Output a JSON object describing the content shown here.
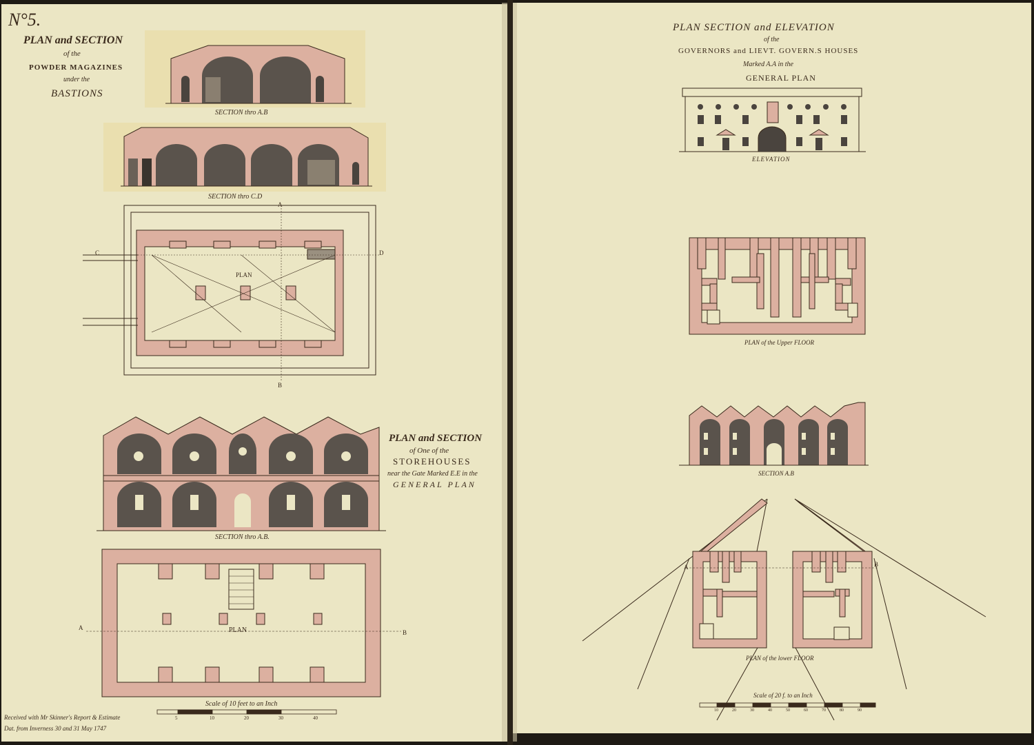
{
  "left_page": {
    "number": "N°5.",
    "title_line1": "PLAN and SECTION",
    "title_line2": "of the",
    "title_line3": "POWDER MAGAZINES",
    "title_line4": "under the",
    "title_line5": "BASTIONS",
    "section_ab": "SECTION thro A.B",
    "section_cd": "SECTION thro C.D",
    "plan_label": "PLAN",
    "markers": {
      "a": "A",
      "b": "B",
      "c": "C",
      "d": "D"
    },
    "store_title_line1": "PLAN and SECTION",
    "store_title_line2": "of One of the",
    "store_title_line3": "STOREHOUSES",
    "store_title_line4": "near the Gate Marked E.E in the",
    "store_title_line5": "GENERAL PLAN",
    "store_section": "SECTION thro A.B.",
    "store_plan": "PLAN",
    "store_markers": {
      "a": "A",
      "b": "B"
    },
    "scale_label": "Scale of 10 feet to an Inch",
    "scale_ticks": [
      "5",
      "10",
      "20",
      "30",
      "40"
    ],
    "note_line1": "Received with Mr Skinner's Report & Estimate",
    "note_line2": "Dat. from Inverness 30 and 31 May 1747"
  },
  "right_page": {
    "title_line1": "PLAN SECTION and ELEVATION",
    "title_line2": "of the",
    "title_line3": "GOVERNORS and LIEVT. GOVERN.S HOUSES",
    "title_line4": "Marked A.A in the",
    "title_line5": "GENERAL PLAN",
    "elevation_label": "ELEVATION",
    "upper_plan_label": "PLAN of the Upper FLOOR",
    "section_label": "SECTION A.B",
    "lower_plan_label": "PLAN of the lower FLOOR",
    "markers": {
      "a": "A",
      "b": "B"
    },
    "scale_label": "Scale of 20 f. to an Inch",
    "scale_ticks": [
      "10",
      "20",
      "30",
      "40",
      "50",
      "60",
      "70",
      "80",
      "90"
    ]
  },
  "colors": {
    "paper": "#ebe6c4",
    "wall_pink": "#dcb0a0",
    "ink": "#3a2a1c",
    "vault_dark": "#5a534c",
    "background": "#1e1a14"
  }
}
